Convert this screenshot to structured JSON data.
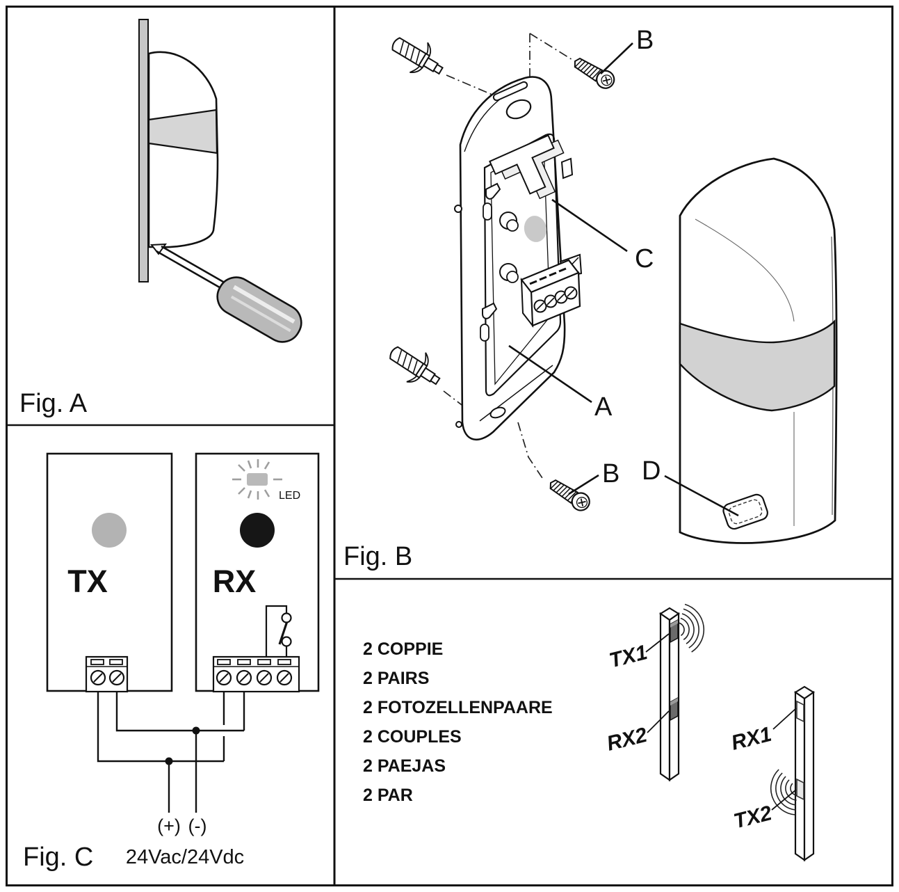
{
  "fig_a": {
    "caption": "Fig. A"
  },
  "fig_b": {
    "caption": "Fig. B",
    "label_screw_top": "B",
    "label_screw_bottom": "B",
    "label_back_plate": "A",
    "label_inner_bracket": "C",
    "label_cover_slot": "D"
  },
  "fig_c": {
    "caption": "Fig. C",
    "tx": "TX",
    "rx": "RX",
    "led": "LED",
    "plus": "(+)",
    "minus": "(-)",
    "supply": "24Vac/24Vdc"
  },
  "pairs": {
    "items": [
      "2 COPPIE",
      "2 PAIRS",
      "2 FOTOZELLENPAARE",
      "2 COUPLES",
      "2 PAEJAS",
      "2 PAR"
    ],
    "post_left": {
      "top_label": "TX1",
      "bottom_label": "RX2"
    },
    "post_right": {
      "top_label": "RX1",
      "bottom_label": "TX2"
    }
  },
  "colors": {
    "line": "#111111",
    "wall_gray": "#c7c7c7",
    "band_gray": "#d6d6d6",
    "cover_band_gray": "#d2d2d2",
    "handle_gray": "#b9b9b9",
    "tx_lens_gray": "#b3b3b3",
    "rx_lens_black": "#161616",
    "led_gray": "#b9b9b9",
    "ray_gray": "#9e9e9e",
    "knockout_gray": "#c9c9c9",
    "device_dark": "#6b6b6b",
    "device_light": "#e8e8e8"
  }
}
